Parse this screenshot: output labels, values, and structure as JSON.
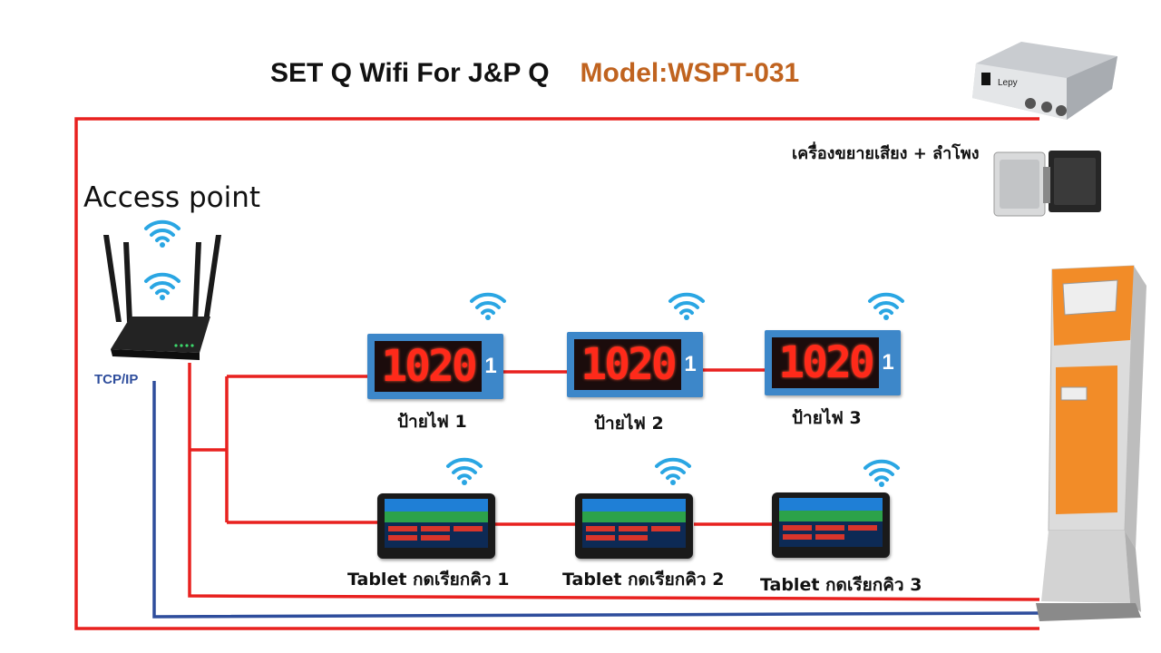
{
  "title": {
    "main": "SET Q Wifi  For J&P Q",
    "model": "Model:WSPT-031"
  },
  "access_point": {
    "label": "Access point",
    "protocol": "TCP/IP"
  },
  "amplifier": {
    "label": "เครื่องขยายเสียง + ลำโพง",
    "brand": "Lepy"
  },
  "signs": [
    {
      "display": "1020",
      "counter": "1",
      "caption": "ป้ายไฟ 1"
    },
    {
      "display": "1020",
      "counter": "1",
      "caption": "ป้ายไฟ 2"
    },
    {
      "display": "1020",
      "counter": "1",
      "caption": "ป้ายไฟ 3"
    }
  ],
  "tablets": [
    {
      "caption": "Tablet กดเรียกคิว 1"
    },
    {
      "caption": "Tablet กดเรียกคิว 2"
    },
    {
      "caption": "Tablet กดเรียกคิว 3"
    }
  ],
  "colors": {
    "wire_power": "#e8211f",
    "wire_network": "#2e4d9c",
    "model_text": "#c0631f",
    "sign_frame": "#3d87c9",
    "led": "#ff2a1a",
    "kiosk_accent": "#f28c28"
  }
}
